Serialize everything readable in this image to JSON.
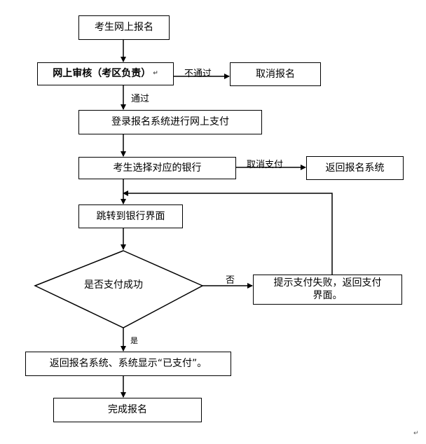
{
  "nodes": {
    "start": "考生网上报名",
    "review": "网上审核（考区负责）",
    "cancel_reg": "取消报名",
    "login_pay": "登录报名系统进行网上支付",
    "choose_bank": "考生选择对应的银行",
    "back_system": "返回报名系统",
    "jump_bank": "跳转到银行界面",
    "pay_ok": "是否支付成功",
    "fail_line1": "提示支付失败，返回支付",
    "fail_line2": "界面。",
    "back_shown": "返回报名系统、系统显示“已支付”。",
    "done": "完成报名"
  },
  "edges": {
    "not_pass": "不通过",
    "pass": "通过",
    "cancel_pay": "取消支付",
    "no": "否",
    "yes": "是"
  },
  "marks": {
    "return": "↵"
  }
}
